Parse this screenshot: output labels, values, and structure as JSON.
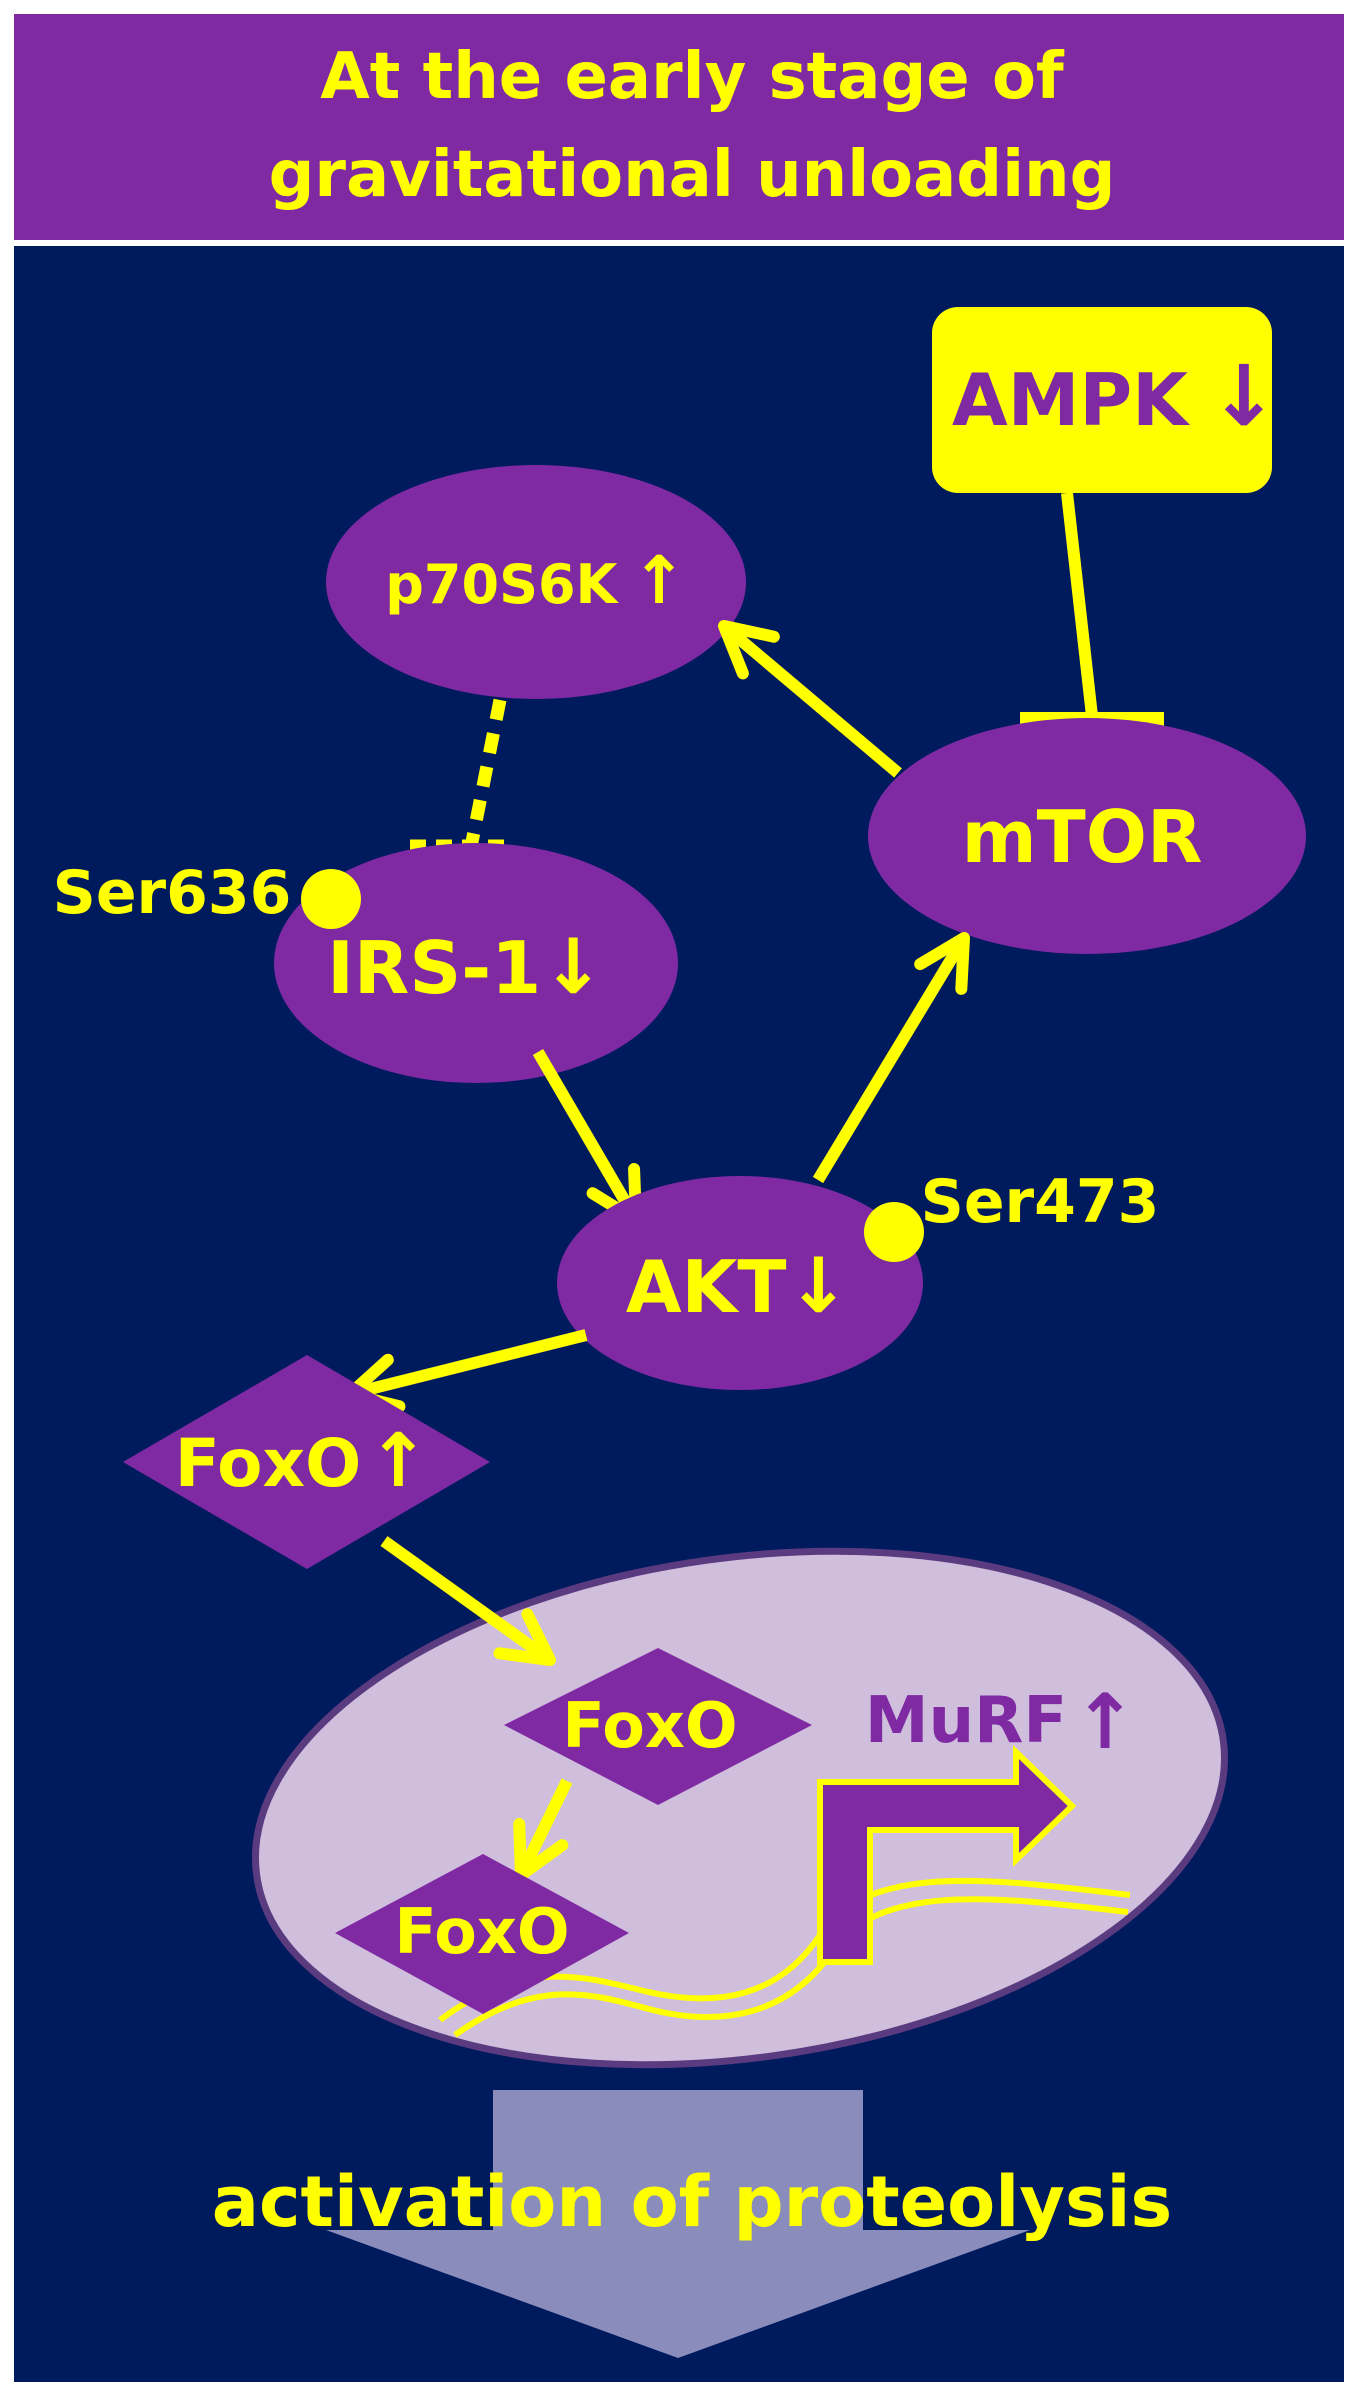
{
  "header": {
    "title_line1": "At the early stage of",
    "title_line2": "gravitational unloading"
  },
  "nodes": {
    "ampk": {
      "label": "AMPK",
      "arrow": "↓"
    },
    "p70s6k": {
      "label": "p70S6K",
      "arrow": "↑"
    },
    "mtor": {
      "label": "mTOR"
    },
    "irs1": {
      "label": "IRS-1",
      "arrow": "↓"
    },
    "akt": {
      "label": "AKT",
      "arrow": "↓"
    },
    "foxo_cytoplasm": {
      "label": "FoxO",
      "arrow": "↑"
    },
    "foxo_nucleus_1": {
      "label": "FoxO"
    },
    "foxo_nucleus_2": {
      "label": "FoxO"
    },
    "murf": {
      "label": "MuRF",
      "arrow": "↑"
    }
  },
  "sites": {
    "ser636": "Ser636",
    "ser473": "Ser473"
  },
  "outcome": "activation of proteolysis",
  "colors": {
    "background": "#001a5e",
    "purple": "#7f2aa3",
    "yellow": "#ffff00",
    "nucleus_fill": "#cfbfdc",
    "nucleus_stroke": "#5b3b80",
    "outcome_arrow": "#8a8cbc",
    "header_fill": "#7f2aa3"
  }
}
